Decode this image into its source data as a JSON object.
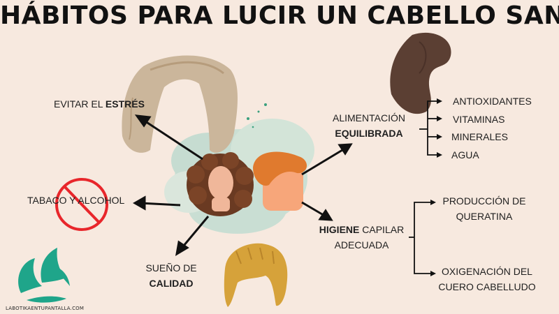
{
  "title": "HÁBITOS PARA LUCIR UN CABELLO SANO",
  "branches": {
    "stress": {
      "text": "EVITAR EL ",
      "bold": "ESTRÉS"
    },
    "tobacco": {
      "text": "TABACO Y ALCOHOL"
    },
    "sleep": {
      "line1": "SUEÑO DE",
      "bold": "CALIDAD"
    },
    "diet": {
      "line1": "ALIMENTACIÓN",
      "bold": "EQUILIBRADA"
    },
    "hygiene": {
      "bold": "HIGIENE",
      "text": " CAPILAR",
      "line2": "ADECUADA"
    }
  },
  "diet_items": [
    "ANTIOXIDANTES",
    "VITAMINAS",
    "MINERALES",
    "AGUA"
  ],
  "hygiene_items": [
    {
      "line1": "PRODUCCIÓN DE",
      "line2": "QUERATINA"
    },
    {
      "line1": "OXIGENACIÓN DEL",
      "line2": "CUERO CABELLUDO"
    }
  ],
  "footer": "LABOTIKAENTUPANTALLA.COM",
  "colors": {
    "background": "#f7e9df",
    "splash": "#9fd3c7",
    "no_sign": "#e8262b",
    "logo": "#1fa58a"
  }
}
